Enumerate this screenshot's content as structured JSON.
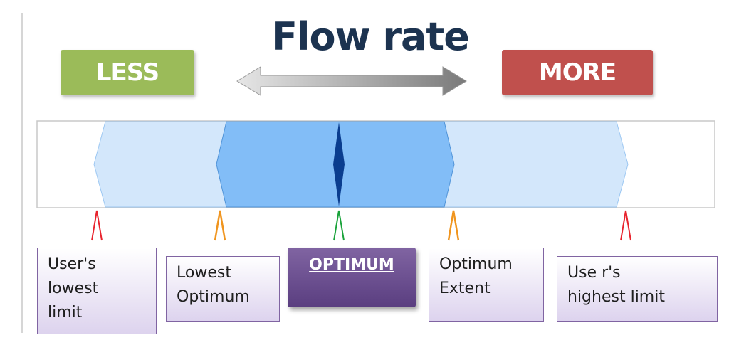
{
  "title": "Flow rate",
  "less_label": "LESS",
  "more_label": "MORE",
  "optimum_label": "OPTIMUM",
  "boxes": {
    "users_lowest": [
      "User's",
      "lowest",
      "limit"
    ],
    "lowest_optimum": [
      "Lowest",
      "Optimum"
    ],
    "optimum_extent": [
      "Optimum",
      "Extent"
    ],
    "users_highest": [
      "Use r's",
      "highest limit"
    ]
  },
  "colors": {
    "less": "#9bbb59",
    "more": "#c0504d",
    "title": "#1c3350",
    "outer_band": "#d3e7fb",
    "inner_band": "#82bdf7",
    "optimum_marker": "#0a3d8f",
    "limit_marker": "#e8242e",
    "optimum_edge_marker": "#f0951f",
    "center_marker": "#1aa33b",
    "box_border": "#8064a2"
  }
}
